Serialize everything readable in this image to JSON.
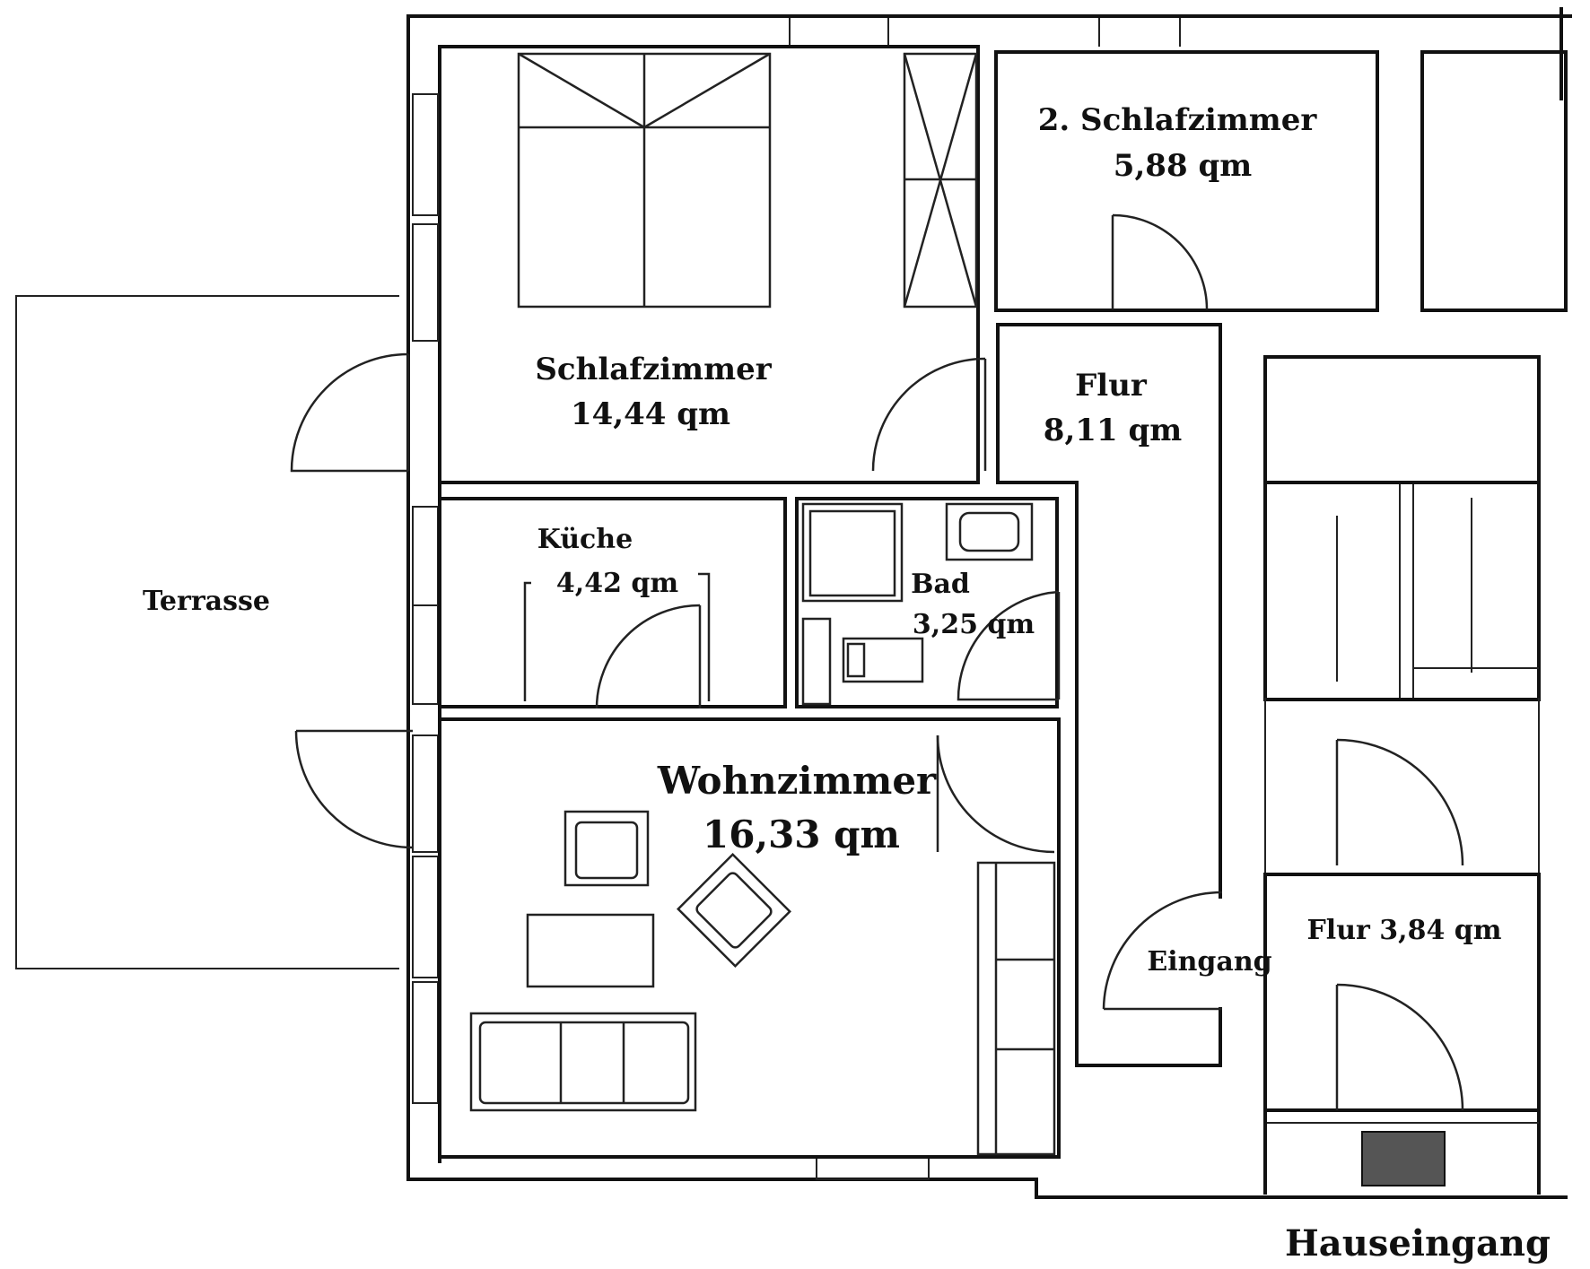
{
  "rooms": {
    "schlafzimmer": {
      "name": "Schlafzimmer",
      "area": "14,44 qm"
    },
    "schlafzimmer2": {
      "name": "2. Schlafzimmer",
      "area": "5,88 qm"
    },
    "flur": {
      "name": "Flur",
      "area": "8,11 qm"
    },
    "kueche": {
      "name": "Küche",
      "area": "4,42 qm"
    },
    "bad": {
      "name": "Bad",
      "area": "3,25 qm"
    },
    "wohnzimmer": {
      "name": "Wohnzimmer",
      "area": "16,33 qm"
    },
    "flur2": {
      "label": "Flur 3,84 qm"
    },
    "terrasse": {
      "name": "Terrasse"
    }
  },
  "labels": {
    "eingang": "Eingang",
    "hauseingang": "Hauseingang"
  }
}
